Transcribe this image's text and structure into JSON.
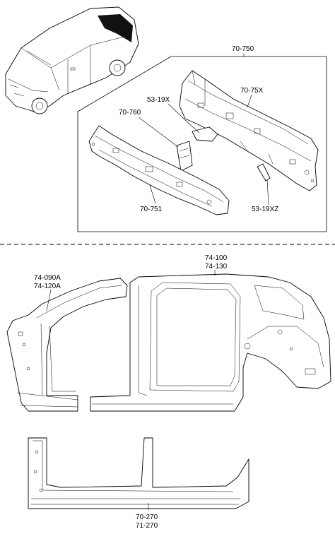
{
  "parts": {
    "rear_panel_assy": "70-750",
    "rear_panel_upper": "70-75X",
    "rear_panel_lower": "70-751",
    "bracket_right": "53-19X",
    "bracket_lower": "53-19XZ",
    "reinforcement": "70-760",
    "front_side_outer_a": "74-090A",
    "front_side_outer_b": "74-120A",
    "rear_side_outer_a": "74-100",
    "rear_side_outer_b": "74-130",
    "sill_a": "70-270",
    "sill_b": "71-270"
  }
}
